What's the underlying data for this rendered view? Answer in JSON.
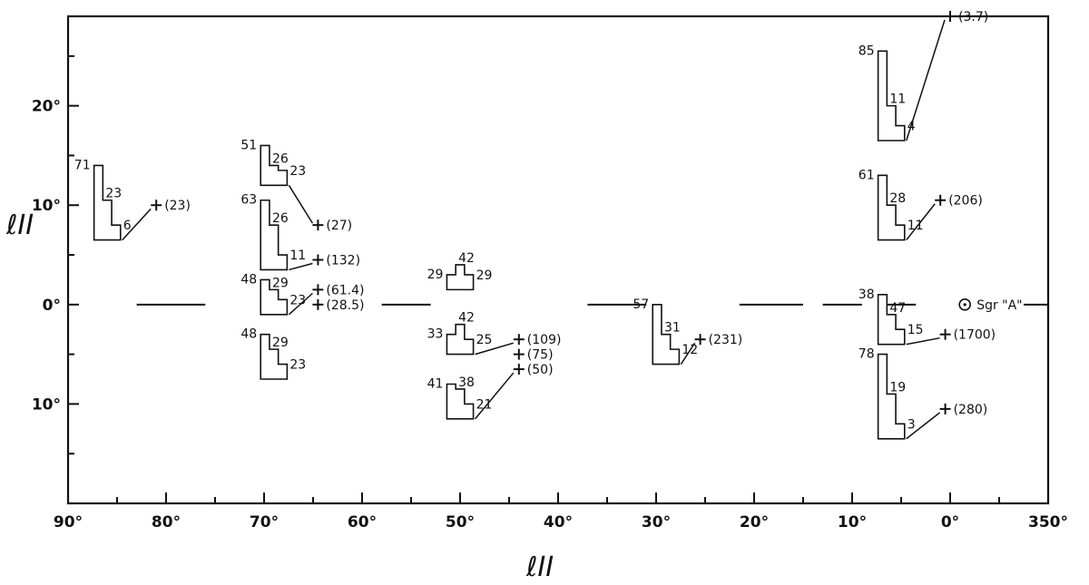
{
  "chart_data": {
    "type": "scatter",
    "title": "",
    "xlabel": "ℓII",
    "ylabel": "ℓII",
    "x_tick_labels": [
      "90°",
      "80°",
      "70°",
      "60°",
      "50°",
      "40°",
      "30°",
      "20°",
      "10°",
      "0°",
      "350°"
    ],
    "y_tick_labels": [
      "20°",
      "10°",
      "0°",
      "10°"
    ],
    "xlim": [
      90,
      -10
    ],
    "ylim": [
      -20,
      29
    ],
    "galactic_plane": {
      "label": "",
      "y": 0,
      "style": "dashed"
    },
    "landmarks": [
      {
        "name": "Sgr \"A\"",
        "x": -1.5,
        "y": 0
      }
    ],
    "regions": [
      {
        "center": [
          86,
          10.5
        ],
        "profile_values": [
          "71",
          "23",
          "6"
        ],
        "steps": [
          14,
          10.5,
          8
        ],
        "source": {
          "x": 81,
          "y": 10,
          "label": "(23)"
        }
      },
      {
        "center": [
          69,
          14
        ],
        "profile_values": [
          "51",
          "26",
          "23"
        ],
        "steps": [
          16,
          14,
          13.5
        ],
        "source": {
          "x": 64.5,
          "y": 8,
          "label": "(27)"
        }
      },
      {
        "center": [
          69,
          8
        ],
        "profile_values": [
          "63",
          "26",
          "11"
        ],
        "steps": [
          10.5,
          8,
          5
        ],
        "source": {
          "x": 64.5,
          "y": 4.5,
          "label": "(132)"
        }
      },
      {
        "center": [
          69,
          1
        ],
        "profile_values": [
          "48",
          "29",
          "23"
        ],
        "steps": [
          2.5,
          1.5,
          0.5
        ],
        "source": {
          "x": 64.5,
          "y": 1.5,
          "label": "(61.4)"
        }
      },
      {
        "center": [
          69,
          -3
        ],
        "profile_values": [],
        "steps": [],
        "source": {
          "x": 64.5,
          "y": 0,
          "label": "(28.5)"
        }
      },
      {
        "center": [
          69,
          -4.5
        ],
        "profile_values": [
          "48",
          "29",
          "23"
        ],
        "steps": [
          -3,
          -4.5,
          -6
        ],
        "source": null
      },
      {
        "center": [
          50,
          3
        ],
        "profile_values": [
          "29",
          "42",
          "29"
        ],
        "steps": [
          3,
          4,
          3
        ],
        "source": null
      },
      {
        "center": [
          50,
          -3
        ],
        "profile_values": [
          "33",
          "42",
          "25"
        ],
        "steps": [
          -3,
          -2,
          -3.5
        ],
        "source": {
          "x": 44,
          "y": -3.5,
          "label": "(109)"
        }
      },
      {
        "center": [
          50,
          -6
        ],
        "profile_values": [],
        "steps": [],
        "source": {
          "x": 44,
          "y": -5,
          "label": "(75)"
        }
      },
      {
        "center": [
          50,
          -9.5
        ],
        "profile_values": [
          "41",
          "38",
          "21"
        ],
        "steps": [
          -8,
          -8.5,
          -10
        ],
        "source": {
          "x": 44,
          "y": -6.5,
          "label": "(50)"
        }
      },
      {
        "center": [
          29,
          -3
        ],
        "profile_values": [
          "57",
          "31",
          "12"
        ],
        "steps": [
          0,
          -3,
          -4.5
        ],
        "source": {
          "x": 25.5,
          "y": -3.5,
          "label": "(231)"
        }
      },
      {
        "center": [
          6,
          21
        ],
        "profile_values": [
          "85",
          "11",
          "4"
        ],
        "steps": [
          25.5,
          20,
          18
        ],
        "source": {
          "x": 0,
          "y": 29,
          "label": "(3.7)"
        }
      },
      {
        "center": [
          6,
          10
        ],
        "profile_values": [
          "61",
          "28",
          "11"
        ],
        "steps": [
          13,
          10,
          8
        ],
        "source": {
          "x": 1,
          "y": 10.5,
          "label": "(206)"
        }
      },
      {
        "center": [
          6,
          -1
        ],
        "profile_values": [
          "38",
          "47",
          "15"
        ],
        "steps": [
          1,
          -1,
          -2.5
        ],
        "source": {
          "x": 0.5,
          "y": -3,
          "label": "(1700)"
        }
      },
      {
        "center": [
          6,
          -9
        ],
        "profile_values": [
          "78",
          "19",
          "3"
        ],
        "steps": [
          -5,
          -9,
          -12
        ],
        "source": {
          "x": 0.5,
          "y": -10.5,
          "label": "(280)"
        }
      }
    ],
    "grid": false,
    "legend": "none"
  }
}
